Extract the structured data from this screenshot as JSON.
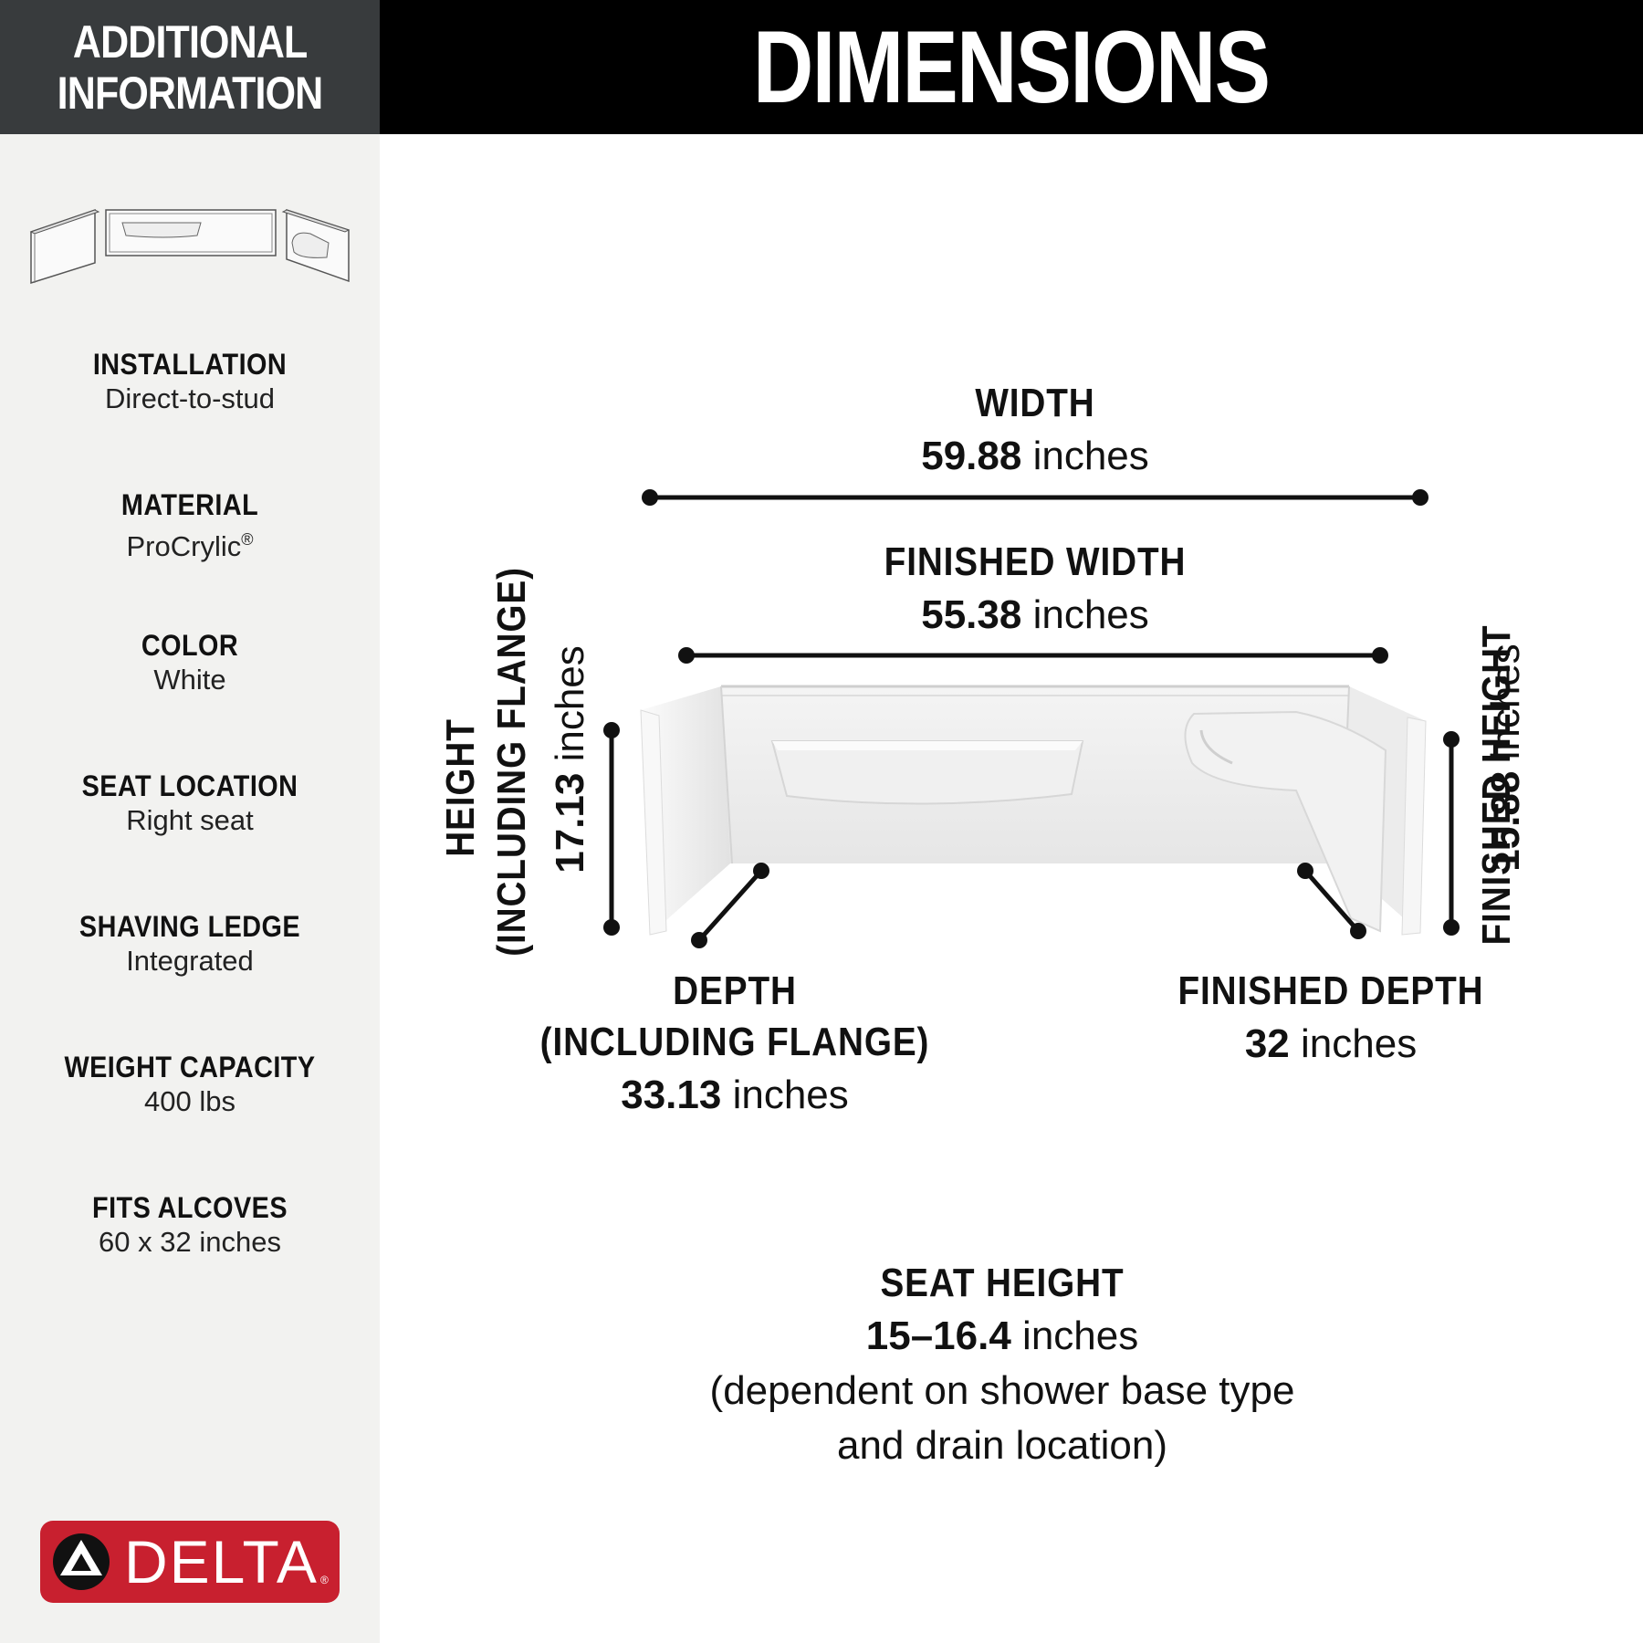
{
  "sidebar": {
    "title_line1": "ADDITIONAL",
    "title_line2": "INFORMATION",
    "specs": [
      {
        "label": "INSTALLATION",
        "value": "Direct-to-stud"
      },
      {
        "label": "MATERIAL",
        "value": "ProCrylic",
        "value_sup": "®"
      },
      {
        "label": "COLOR",
        "value": "White"
      },
      {
        "label": "SEAT LOCATION",
        "value": "Right seat"
      },
      {
        "label": "SHAVING LEDGE",
        "value": "Integrated"
      },
      {
        "label": "WEIGHT CAPACITY",
        "value": "400 lbs"
      },
      {
        "label": "FITS ALCOVES",
        "value": "60 x 32 inches"
      }
    ],
    "logo_text": "DELTA",
    "logo_mark": "®",
    "brand_color": "#c8202f"
  },
  "main": {
    "title": "DIMENSIONS",
    "unit": "inches",
    "width": {
      "label": "WIDTH",
      "value": "59.88"
    },
    "finished_width": {
      "label": "FINISHED WIDTH",
      "value": "55.38"
    },
    "height": {
      "label_line1": "HEIGHT",
      "label_line2": "(INCLUDING FLANGE)",
      "value": "17.13"
    },
    "finished_height": {
      "label": "FINISHED HEIGHT",
      "value": "15.88"
    },
    "depth": {
      "label_line1": "DEPTH",
      "label_line2": "(INCLUDING FLANGE)",
      "value": "33.13"
    },
    "finished_depth": {
      "label": "FINISHED DEPTH",
      "value": "32"
    },
    "seat_height": {
      "label": "SEAT HEIGHT",
      "value": "15–16.4",
      "note_line1": "(dependent on shower base type",
      "note_line2": "and drain location)"
    }
  }
}
